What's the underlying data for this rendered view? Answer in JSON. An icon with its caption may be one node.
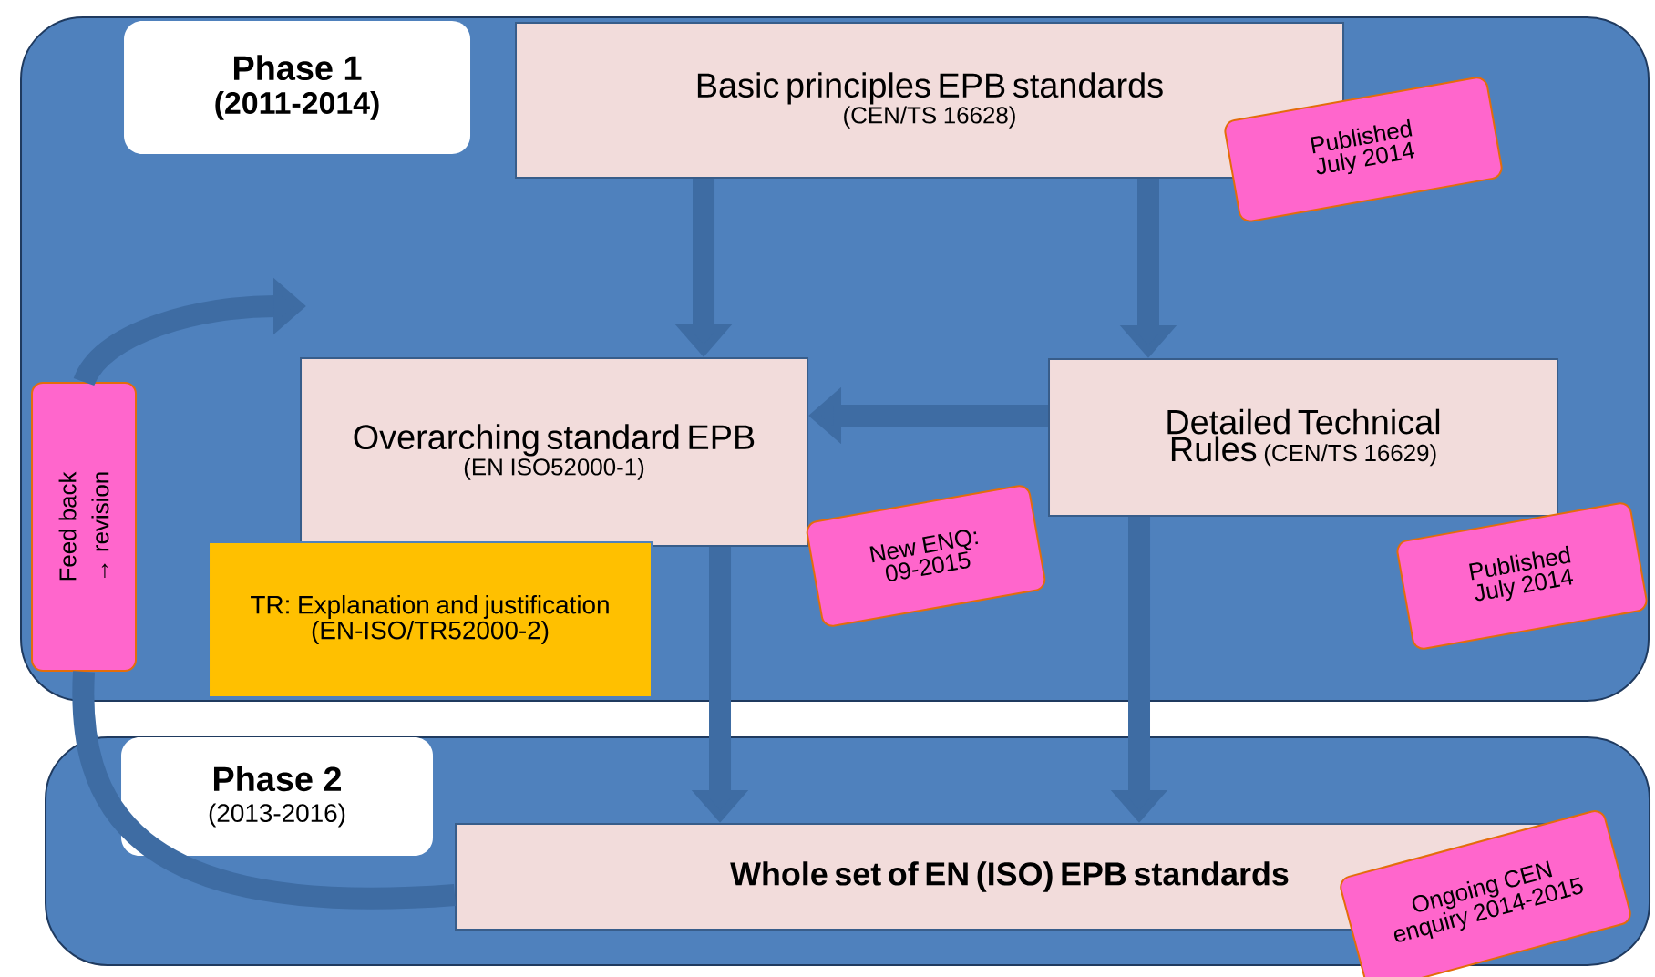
{
  "diagram": {
    "nodes": [
      {
        "text": [
          "Phase 1",
          "(2011-2014)"
        ]
      },
      {
        "text": [
          "Basic principles EPB standards",
          "(CEN/TS 16628)"
        ],
        "in": 0
      },
      {
        "text": [
          "Overarching standard EPB",
          "(EN ISO52000-1)"
        ],
        "in": 0
      },
      {
        "text": [
          "Detailed Technical Rules",
          "(CEN/TS 16629)"
        ],
        "in": 0
      },
      {
        "text": [
          "TR: Explanation and justification (EN-ISO/TR52000-2)"
        ],
        "in": 0
      },
      {
        "text": [
          "Published July 2014"
        ],
        "in": 0
      },
      {
        "text": [
          "New ENQ: 09-2015"
        ],
        "in": 0
      },
      {
        "text": [
          "Published July 2014"
        ],
        "in": 0
      },
      {
        "text": [
          "Feed back → revision"
        ],
        "in": 0
      },
      {
        "text": [
          "Phase 2",
          "(2013-2016)"
        ]
      },
      {
        "text": [
          "Whole set of EN (ISO) EPB standards"
        ],
        "in": 9
      },
      {
        "text": [
          "Ongoing CEN enquiry 2014-2015"
        ],
        "in": 9
      }
    ],
    "edges": [
      {
        "from": 1,
        "to": 2,
        "arrow": "to"
      },
      {
        "from": 1,
        "to": 3,
        "arrow": "to"
      },
      {
        "from": 3,
        "to": 2,
        "arrow": "to"
      },
      {
        "from": 2,
        "to": 10,
        "arrow": "to"
      },
      {
        "from": 3,
        "to": 10,
        "arrow": "to"
      },
      {
        "from": 10,
        "to": 8,
        "arrow": "none"
      },
      {
        "from": 8,
        "to": null,
        "arrow": "to"
      }
    ]
  }
}
